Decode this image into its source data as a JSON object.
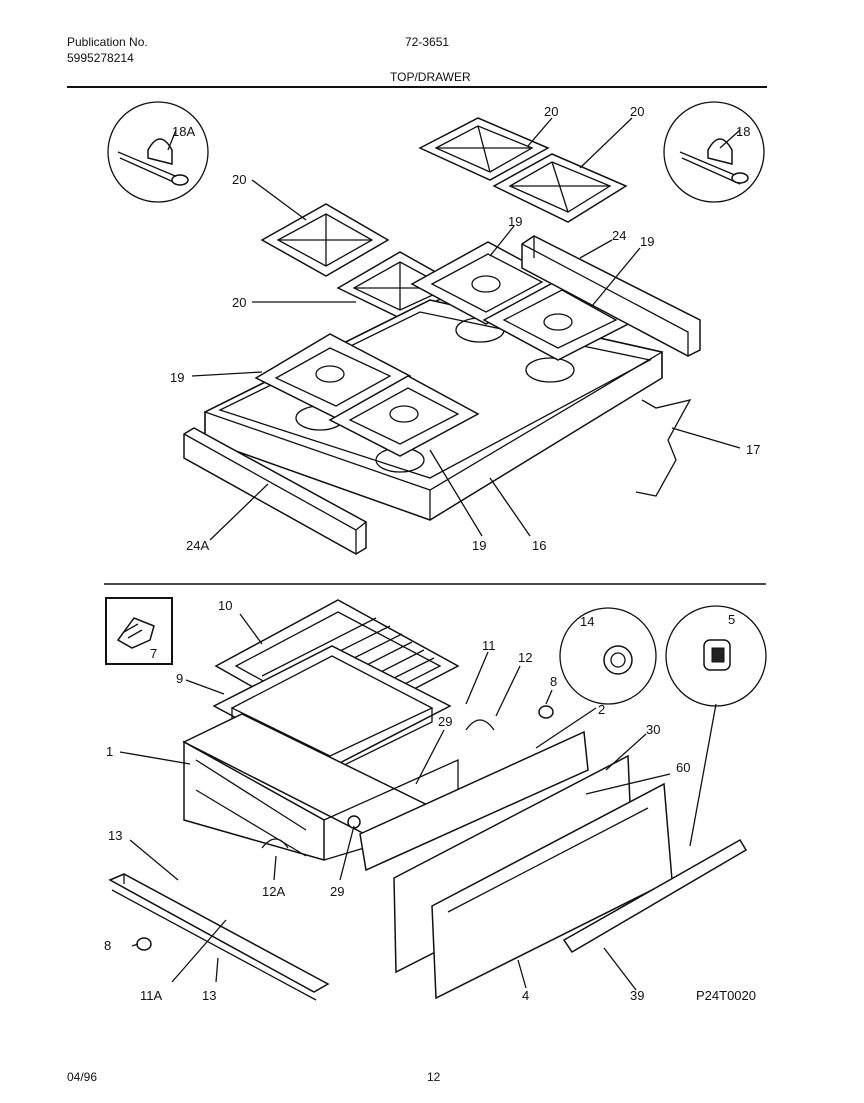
{
  "header": {
    "publication_label": "Publication No.",
    "publication_number": "5995278214",
    "model_number": "72-3651",
    "section_title": "TOP/DRAWER"
  },
  "top_section": {
    "callouts": [
      "18A",
      "18",
      "20",
      "20",
      "20",
      "20",
      "19",
      "24",
      "19",
      "19",
      "17",
      "24A",
      "19",
      "16"
    ]
  },
  "bottom_section": {
    "callouts": [
      "7",
      "10",
      "9",
      "1",
      "11",
      "12",
      "8",
      "14",
      "5",
      "29",
      "2",
      "30",
      "60",
      "13",
      "12A",
      "29",
      "8",
      "11A",
      "13",
      "4",
      "39"
    ],
    "diagram_code": "P24T0020"
  },
  "footer": {
    "date": "04/96",
    "page_number": "12"
  }
}
